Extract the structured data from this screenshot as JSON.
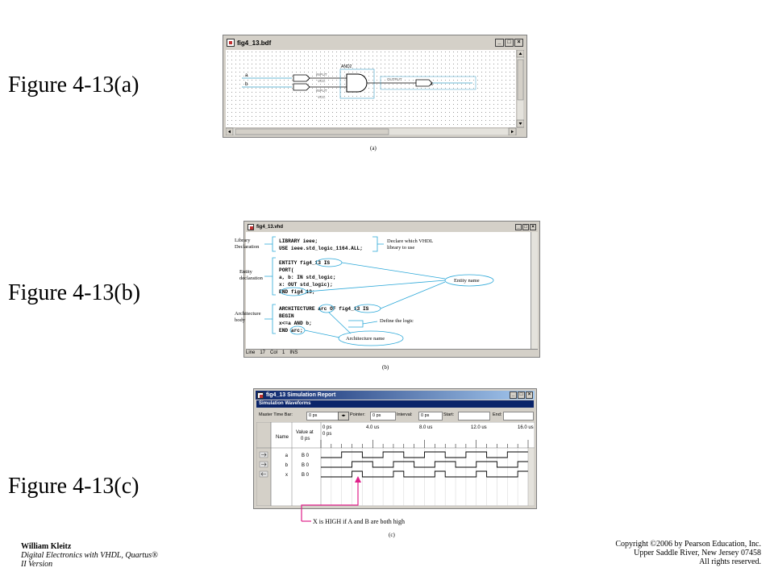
{
  "labels": {
    "fig_a": "Figure 4-13(a)",
    "fig_b": "Figure 4-13(b)",
    "fig_c": "Figure 4-13(c)"
  },
  "fig_a": {
    "window_title": "fig4_13.bdf",
    "gate_name": "AND2",
    "in_a_label": "a",
    "in_b_label": "b",
    "input_text": "INPUT",
    "vcc_text": "VCC",
    "output_text": "OUTPUT",
    "out_label": "x",
    "caption": "(a)"
  },
  "fig_b": {
    "window_title": "fig4_13.vhd",
    "code": [
      "LIBRARY ieee;",
      "USE ieee.std_logic_1164.ALL;",
      "",
      "ENTITY fig4_13 IS",
      "   PORT(",
      "      a, b: IN std_logic;",
      "      x:    OUT std_logic);",
      "END fig4_13;",
      "",
      "ARCHITECTURE arc OF fig4_13 IS",
      "   BEGIN",
      "      x<=a AND b;",
      "END arc;"
    ],
    "notes": {
      "library": "Library",
      "declaration": "Declaration",
      "entity": "Entity",
      "entity_decl": "declaration",
      "architecture": "Architecture",
      "body": "body",
      "declare1": "Declare which VHDL",
      "declare2": "library to use",
      "entity_name": "Entity name",
      "define_logic": "Define the logic",
      "arch_name": "Architecture name"
    },
    "status": {
      "line_label": "Line",
      "line_val": "17",
      "col_label": "Col",
      "col_val": "1",
      "ins": "INS"
    },
    "caption": "(b)"
  },
  "fig_c": {
    "window_title": "fig4_13 Simulation Report",
    "section": "Simulation Waveforms",
    "master_label": "Master Time Bar:",
    "master_val": "0 ps",
    "pointer_label": "Pointer:",
    "pointer_val": "0 ps",
    "interval_label": "Interval:",
    "interval_val": "0 ps",
    "start_label": "Start:",
    "end_label": "End:",
    "col_name": "Name",
    "col_value1": "Value at",
    "col_value2": "0 ps",
    "time_ticks": [
      "0 ps",
      "4.0 us",
      "8.0 us",
      "12.0 us",
      "16.0 us"
    ],
    "time_sub": "0 ps",
    "signals": [
      {
        "name": "a",
        "value": "B 0"
      },
      {
        "name": "b",
        "value": "B 0"
      },
      {
        "name": "x",
        "value": "B 0"
      }
    ],
    "annotation": "X is HIGH if A and B are both high",
    "caption": "(c)"
  },
  "footer": {
    "author": "William Kleitz",
    "book1": "Digital Electronics with VHDL, Quartus®",
    "book2": "II Version",
    "copy1": "Copyright ©2006 by Pearson Education, Inc.",
    "copy2": "Upper Saddle River, New Jersey 07458",
    "copy3": "All rights reserved."
  }
}
